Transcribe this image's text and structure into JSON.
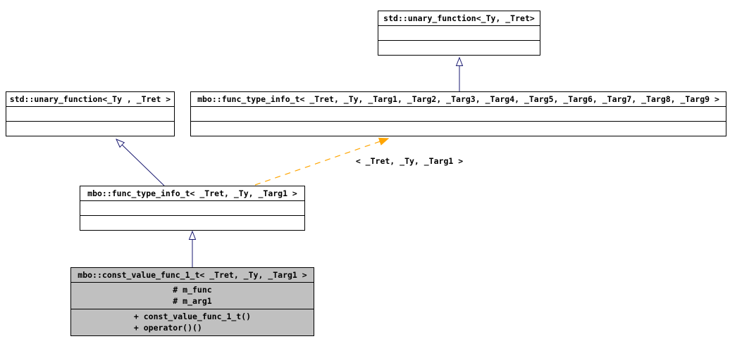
{
  "colors": {
    "inheritance_arrow": "#191970",
    "template_arrow": "#ffa500",
    "box_border": "#000000",
    "box_fill": "#ffffff",
    "highlight_fill": "#c0c0c0",
    "text": "#000000",
    "background": "#ffffff"
  },
  "classes": {
    "unary_function_top": {
      "title": "std::unary_function<_Ty, _Tret>"
    },
    "unary_function_left": {
      "title": "std::unary_function<_Ty , _Tret >"
    },
    "func_type_info_full": {
      "title": "mbo::func_type_info_t< _Tret, _Ty, _Targ1, _Targ2, _Targ3, _Targ4, _Targ5, _Targ6, _Targ7, _Targ8, _Targ9 >"
    },
    "func_type_info_targ1": {
      "title": "mbo::func_type_info_t< _Tret, _Ty, _Targ1 >"
    },
    "const_value_func": {
      "title": "mbo::const_value_func_1_t< _Tret, _Ty, _Targ1 >",
      "attributes": [
        "# m_func",
        "# m_arg1"
      ],
      "methods": [
        "+ const_value_func_1_t()",
        "+ operator()()"
      ]
    }
  },
  "edges": {
    "template_label": "< _Tret, _Ty, _Targ1 >",
    "inheritance_type": "solid-hollow-arrow",
    "template_type": "dashed-filled-arrow"
  }
}
